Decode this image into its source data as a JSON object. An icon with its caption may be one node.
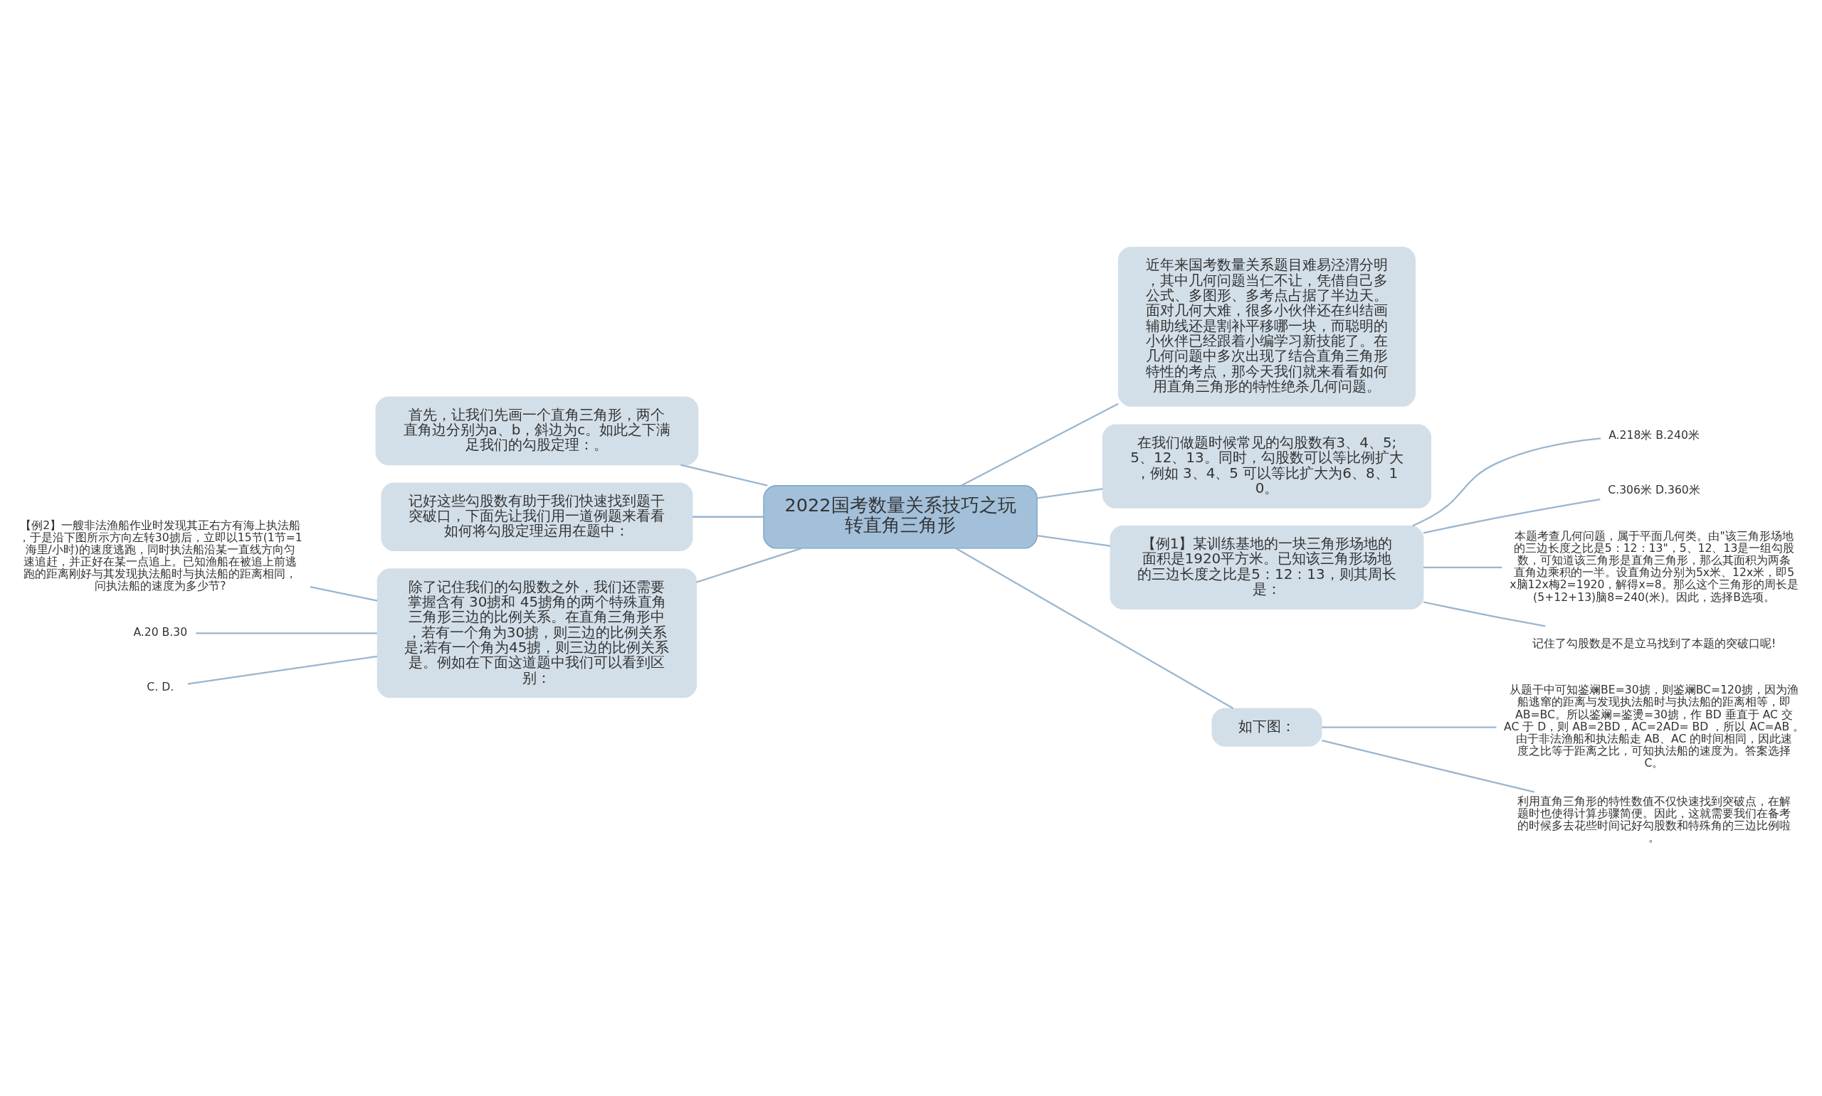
{
  "diagram": {
    "nodes": [
      {
        "text": [
          "2022国考数量关系技巧之玩转直角三角形"
        ]
      },
      {
        "text": [
          "近年来国考数量关系题目难易泾渭分明，其中几何问题当仁不让，凭借自己多公式、多图形、多考点占据了半边天。面对几何大难，很多小伙伴还在纠结画辅助线还是割补平移哪一块，而聪明的小伙伴已经跟着小编学习新技能了。在几何问题中多次出现了结合直角三角形特性的考点，那今天我们就来看看如何用直角三角形的特性绝杀几何问题。"
        ]
      },
      {
        "text": [
          "在我们做题时候常见的勾股数有3、4、5;5、12、13。同时，勾股数可以等比例扩大，例如 3、4、5 可以等比扩大为6、8、10。"
        ]
      },
      {
        "text": [
          "【例1】某训练基地的一块三角形场地的面积是1920平方米。已知该三角形场地的三边长度之比是5：12：13，则其周长是："
        ]
      },
      {
        "text": [
          "A.218米 B.240米"
        ]
      },
      {
        "text": [
          "C.306米 D.360米"
        ]
      },
      {
        "text": [
          "本题考查几何问题，属于平面几何类。由\"该三角形场地的三边长度之比是5：12：13\"，5、12、13是一组勾股数，可知道该三角形是直角三角形，那么其面积为两条直角边乘积的一半。设直角边分别为5x米、12x米，即5x脑12x梅2=1920，解得x=8。那么这个三角形的周长是(5+12+13)脑8=240(米)。因此，选择B选项。"
        ]
      },
      {
        "text": [
          "记住了勾股数是不是立马找到了本题的突破口呢!"
        ]
      },
      {
        "text": [
          "如下图："
        ]
      },
      {
        "text": [
          "从题干中可知鉴斓BE=30掳，则鉴斓BC=120掳，因为渔船逃窜的距离与发现执法船时与执法船的距离相等，即 AB=BC。所以鉴斓=鉴燙=30掳，作 BD 垂直于 AC 交 AC 于 D，则 AB=2BD，AC=2AD= BD ，所以 AC=AB 。由于非法渔船和执法船走 AB、AC 的时间相同，因此速度之比等于距离之比，可知执法船的速度为。答案选择 C。"
        ]
      },
      {
        "text": [
          "利用直角三角形的特性数值不仅快速找到突破点，在解题时也使得计算步骤简便。因此，这就需要我们在备考的时候多去花些时间记好勾股数和特殊角的三边比例啦。"
        ]
      },
      {
        "text": [
          "首先，让我们先画一个直角三角形，两个直角边分别为a、b，斜边为c。如此之下满足我们的勾股定理：。"
        ]
      },
      {
        "text": [
          "记好这些勾股数有助于我们快速找到题干突破口，下面先让我们用一道例题来看看如何将勾股定理运用在题中："
        ]
      },
      {
        "text": [
          "除了记住我们的勾股数之外，我们还需要掌握含有 30掳和 45掳角的两个特殊直角三角形三边的比例关系。在直角三角形中，若有一个角为30掳，则三边的比例关系是;若有一个角为45掳，则三边的比例关系是。例如在下面这道题中我们可以看到区别："
        ]
      },
      {
        "text": [
          "【例2】一艘非法渔船作业时发现其正右方有海上执法船，于是沿下图所示方向左转30掳后，立即以15节(1节=1海里/小时)的速度逃跑，同时执法船沿某一直线方向匀速追赶，并正好在某一点追上。已知渔船在被追上前逃跑的距离刚好与其发现执法船时与执法船的距离相同，问执法船的速度为多少节?"
        ]
      },
      {
        "text": [
          "A.20 B.30"
        ]
      },
      {
        "text": [
          "C. D."
        ]
      }
    ],
    "edges": [
      {
        "from": 0,
        "to": 1,
        "arrow": "none"
      },
      {
        "from": 0,
        "to": 2,
        "arrow": "none"
      },
      {
        "from": 0,
        "to": 3,
        "arrow": "none"
      },
      {
        "from": 3,
        "to": 4,
        "arrow": "none"
      },
      {
        "from": 3,
        "to": 5,
        "arrow": "none"
      },
      {
        "from": 3,
        "to": 6,
        "arrow": "none"
      },
      {
        "from": 3,
        "to": 7,
        "arrow": "none"
      },
      {
        "from": 0,
        "to": 8,
        "arrow": "none"
      },
      {
        "from": 8,
        "to": 9,
        "arrow": "none"
      },
      {
        "from": 8,
        "to": 10,
        "arrow": "none"
      },
      {
        "from": 0,
        "to": 11,
        "arrow": "none"
      },
      {
        "from": 0,
        "to": 12,
        "arrow": "none"
      },
      {
        "from": 0,
        "to": 13,
        "arrow": "none"
      },
      {
        "from": 13,
        "to": 14,
        "arrow": "none"
      },
      {
        "from": 13,
        "to": 15,
        "arrow": "none"
      },
      {
        "from": 13,
        "to": 16,
        "arrow": "none"
      }
    ]
  }
}
